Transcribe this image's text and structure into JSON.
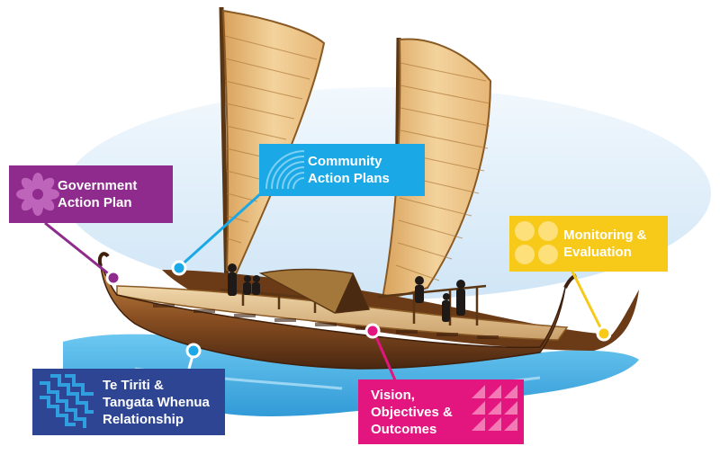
{
  "labels": {
    "government": {
      "line1": "Government",
      "line2": "Action Plan",
      "color": "#8e2b8c"
    },
    "community": {
      "line1": "Community",
      "line2": "Action Plans",
      "color": "#1aa9e6"
    },
    "monitoring": {
      "line1": "Monitoring &",
      "line2": "Evaluation",
      "color": "#f7c919"
    },
    "tiriti": {
      "line1": "Te Tiriti &",
      "line2": "Tangata Whenua",
      "line3": "Relationship",
      "color": "#2d4593"
    },
    "vision": {
      "line1": "Vision,",
      "line2": "Objectives &",
      "line3": "Outcomes",
      "color": "#e3157f"
    }
  },
  "icons": {
    "government": "flower-icon",
    "community": "concentric-arcs-icon",
    "monitoring": "circles-pattern-icon",
    "tiriti": "stepped-pattern-icon",
    "vision": "triangles-pattern-icon"
  }
}
